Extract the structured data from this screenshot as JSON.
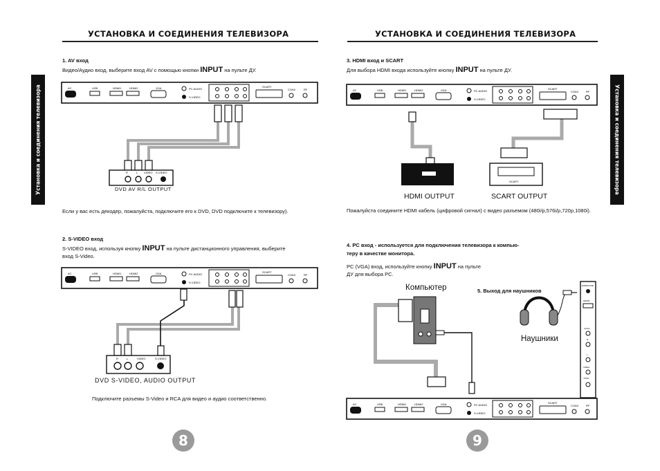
{
  "left_page": {
    "header": "УСТАНОВКА И СОЕДИНЕНИЯ ТЕЛЕВИЗОРА",
    "side_tab": "Установка и соединения телевизора",
    "page_number": "8",
    "sections": {
      "av": {
        "title": "1. AV вход",
        "text_before": "Видео/Аудио вход, выберите вход AV  с помощью кнопки ",
        "keyword": "INPUT",
        "text_after": " на  пульте ДУ.",
        "device_caption": "DVD  AV R/L OUTPUT",
        "note": "Если у вас есть декодер, пожалуйста, подключите его к DVD, DVD подключите к телевизору)."
      },
      "svideo": {
        "title": "2. S-VIDEO вход",
        "text_before": "S-VIDEO вход, используя кнопку ",
        "keyword": "INPUT",
        "text_after": " на пульте дистанционного управления, выберите",
        "text_line2": "вход S-Video.",
        "device_caption": "DVD  S-VIDEO,  AUDIO OUTPUT",
        "note": "Подключите разъемы  S-Video и RCA для видео и аудио соответственно."
      }
    }
  },
  "right_page": {
    "header": "УСТАНОВКА И СОЕДИНЕНИЯ ТЕЛЕВИЗОРА",
    "side_tab": "Установка и соединения телевизора",
    "page_number": "9",
    "sections": {
      "hdmi_scart": {
        "title": "3. HDMI вход и SCART",
        "text_before": "Для выбора HDMI входа используйте кнопку ",
        "keyword": "INPUT",
        "text_after": " на пульте ДУ.",
        "hdmi_caption": "HDMI OUTPUT",
        "scart_caption": "SCART OUTPUT",
        "note": "Пожалуйста соедините HDMI кабель (цифровой сигнал) с видео разъемом (480i/p,576i/p,720p,1080i)."
      },
      "pc": {
        "title_line1": "4. PC вход - используется для подключения телевизора к компью-",
        "title_line2": "теру в качестве монитора.",
        "text_before": "PC (VGA) вход, используйте кнопку ",
        "keyword": "INPUT",
        "text_after": " на пульте",
        "text_line2": "ДУ для выбора PC.",
        "computer_label": "Компьютер"
      },
      "headphones": {
        "title": "5. Выход для наушников",
        "label": "Наушники"
      }
    }
  },
  "panel_labels": {
    "ac": "AC",
    "usb": "USB",
    "hdmi1": "HDMI1",
    "hdmi2": "HDMI2",
    "vga": "VGA",
    "pc_audio": "PC AUDIO",
    "svideo": "S-VIDEO",
    "scart": "SCART",
    "coax": "COAX",
    "rf": "RF",
    "dev_r": "R",
    "dev_l": "L",
    "dev_video": "VIDEO",
    "dev_svideo": "S-VIDEO",
    "scart_plug": "SCART",
    "side_panel": [
      "EARPHONE",
      "HDMI3",
      "COAX",
      "R",
      "L",
      "VIDEO",
      "YPbPr"
    ]
  }
}
